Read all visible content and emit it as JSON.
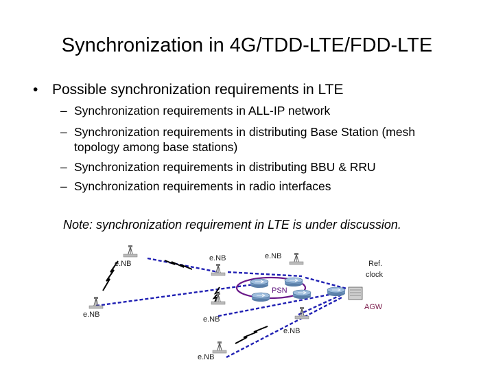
{
  "slide": {
    "title": "Synchronization in 4G/TDD-LTE/FDD-LTE",
    "bullet_glyph": "•",
    "bullet": "Possible synchronization requirements in LTE",
    "dash_glyph": "–",
    "sub_bullets": [
      "Synchronization requirements in ALL-IP network",
      "Synchronization requirements in distributing Base Station (mesh",
      "topology among base stations)",
      "Synchronization requirements in distributing BBU & RRU",
      "Synchronization requirements in radio interfaces"
    ],
    "note": "Note: synchronization requirement in LTE is under discussion."
  },
  "diagram": {
    "labels": {
      "enb_top_left": "e.NB",
      "enb_top_mid": "e.NB",
      "enb_top_right": "e.NB",
      "ref_clock_line1": "Ref.",
      "ref_clock_line2": "clock",
      "psn": "PSN",
      "agw": "AGW",
      "enb_mid_left": "e.NB",
      "enb_mid": "e.NB",
      "enb_mid_right": "e.NB",
      "enb_bottom": "e.NB"
    },
    "colors": {
      "link": "#1f1fb3",
      "psn_ring": "#6a1a8a",
      "psn_text": "#5a0f7a",
      "agw_text": "#7a1a4a",
      "enb_text": "#222222"
    }
  }
}
